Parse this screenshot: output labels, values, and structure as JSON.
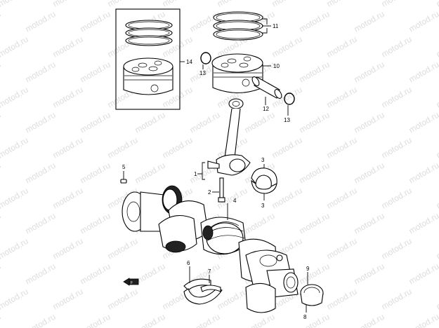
{
  "watermark": "motod.ru",
  "callouts": {
    "c1": "1",
    "c2": "2",
    "c3a": "3",
    "c3b": "3",
    "c4": "4",
    "c5": "5",
    "c6": "6",
    "c7": "7",
    "c8": "8",
    "c9": "9",
    "c10": "10",
    "c11": "11",
    "c12": "12",
    "c13a": "13",
    "c13b": "13",
    "c14": "14"
  },
  "icons": {
    "front_marker": "front-arrow-icon"
  }
}
